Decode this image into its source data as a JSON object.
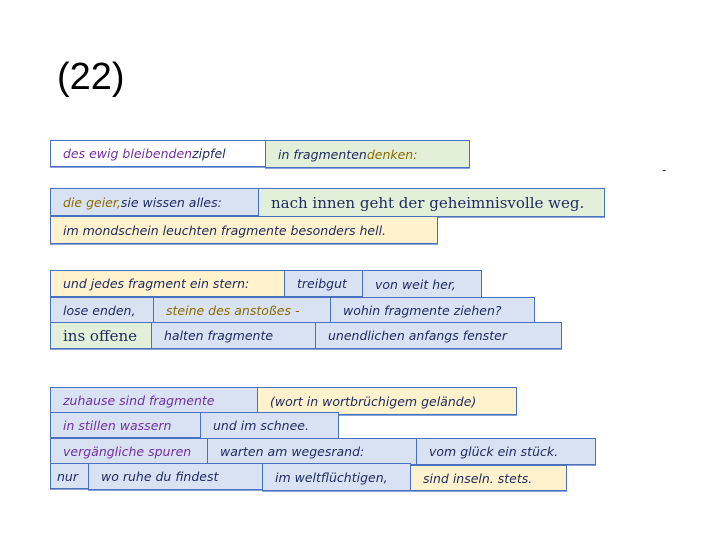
{
  "title": "(22)",
  "dash": "-",
  "colors": {
    "blue": "#d9e2f3",
    "green": "#e2efd9",
    "yellow": "#fff2cc",
    "border": "#4a70c0",
    "text": "#1c2a5e",
    "purple": "#7030a0",
    "brown": "#8a6a00"
  },
  "fragments": [
    {
      "a": "des ewig bleibenden",
      "b": " zipfel"
    },
    {
      "a": "in fragmenten ",
      "b": "denken:"
    },
    {
      "a": "die geier,",
      "b": " sie wissen alles:"
    },
    {
      "a": "nach innen geht der geheimnisvolle weg."
    },
    {
      "a": "im mondschein leuchten fragmente besonders hell."
    },
    {
      "a": "und jedes fragment ein stern:"
    },
    {
      "a": "treibgut"
    },
    {
      "a": "von weit her,"
    },
    {
      "a": "lose enden,"
    },
    {
      "a": "steine des anstoßes -"
    },
    {
      "a": "wohin fragmente ziehen?"
    },
    {
      "a": "ins offene"
    },
    {
      "a": "halten fragmente"
    },
    {
      "a": "unendlichen anfangs fenster"
    },
    {
      "a": "zuhause sind fragmente"
    },
    {
      "a": "(wort in wortbrüchigem gelände)"
    },
    {
      "a": "in stillen wassern"
    },
    {
      "a": "und im schnee."
    },
    {
      "a": "vergängliche spuren"
    },
    {
      "a": "warten am wegesrand:"
    },
    {
      "a": "vom glück ein stück."
    },
    {
      "a": "nur"
    },
    {
      "a": "wo ruhe du findest"
    },
    {
      "a": "im weltflüchtigen,"
    },
    {
      "a": "sind inseln.  stets."
    }
  ]
}
